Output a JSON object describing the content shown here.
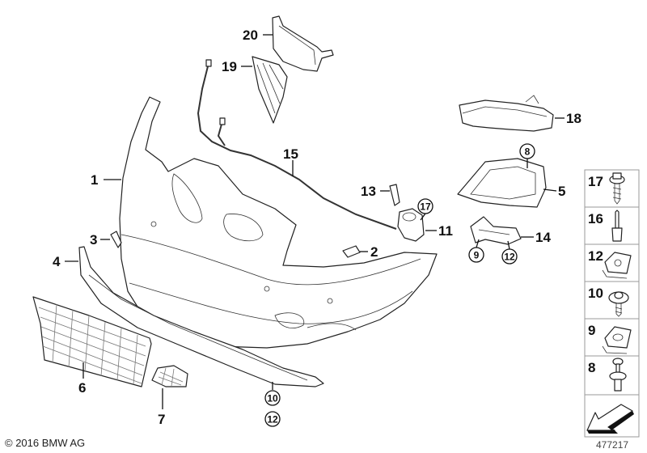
{
  "diagram_id": "477217",
  "copyright": "© 2016 BMW AG",
  "callouts": {
    "c1": "1",
    "c2": "2",
    "c3": "3",
    "c4": "4",
    "c5": "5",
    "c6": "6",
    "c7": "7",
    "c8": "8",
    "c9": "9",
    "c10": "10",
    "c11": "11",
    "c12a": "12",
    "c12b": "12",
    "c13": "13",
    "c14": "14",
    "c15": "15",
    "c17": "17",
    "c18": "18",
    "c19": "19",
    "c20": "20"
  },
  "fastener_legend": [
    "17",
    "16",
    "12",
    "10",
    "9",
    "8"
  ]
}
